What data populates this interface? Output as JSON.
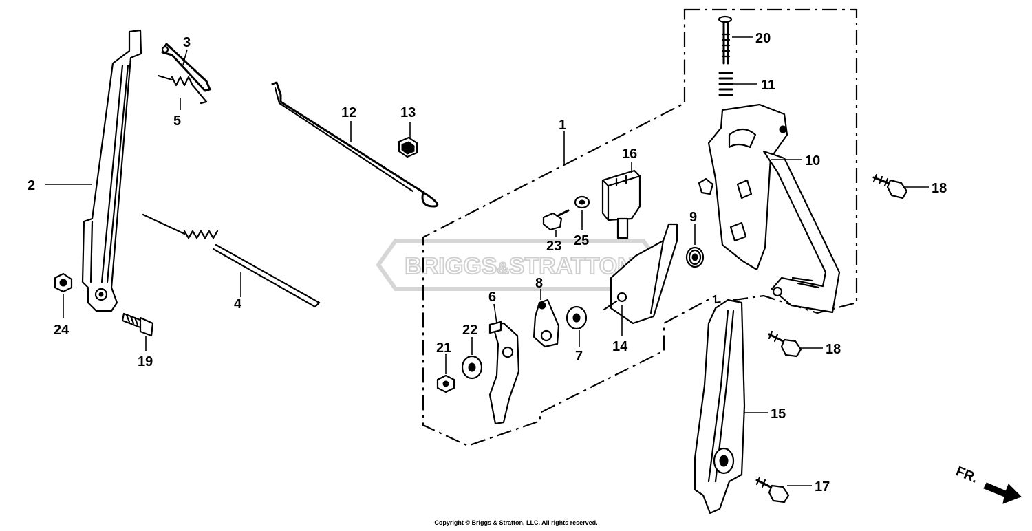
{
  "watermark": {
    "brand_left": "BRIGGS",
    "brand_amp": "&",
    "brand_right": "STRATTON"
  },
  "direction_marker": {
    "label": "FR."
  },
  "callouts": [
    {
      "id": "l1",
      "text": "1"
    },
    {
      "id": "l2",
      "text": "2"
    },
    {
      "id": "l3",
      "text": "3"
    },
    {
      "id": "l4",
      "text": "4"
    },
    {
      "id": "l5",
      "text": "5"
    },
    {
      "id": "l6",
      "text": "6"
    },
    {
      "id": "l7",
      "text": "7"
    },
    {
      "id": "l8",
      "text": "8"
    },
    {
      "id": "l9",
      "text": "9"
    },
    {
      "id": "l10",
      "text": "10"
    },
    {
      "id": "l11",
      "text": "11"
    },
    {
      "id": "l12",
      "text": "12"
    },
    {
      "id": "l13",
      "text": "13"
    },
    {
      "id": "l14",
      "text": "14"
    },
    {
      "id": "l15",
      "text": "15"
    },
    {
      "id": "l16",
      "text": "16"
    },
    {
      "id": "l17",
      "text": "17"
    },
    {
      "id": "l18a",
      "text": "18"
    },
    {
      "id": "l18b",
      "text": "18"
    },
    {
      "id": "l19",
      "text": "19"
    },
    {
      "id": "l20",
      "text": "20"
    },
    {
      "id": "l21",
      "text": "21"
    },
    {
      "id": "l22",
      "text": "22"
    },
    {
      "id": "l23",
      "text": "23"
    },
    {
      "id": "l24",
      "text": "24"
    },
    {
      "id": "l25",
      "text": "25"
    }
  ],
  "footer": {
    "copyright": "Copyright © Briggs & Stratton, LLC. All rights reserved."
  },
  "colors": {
    "ink": "#000000",
    "watermark": "#d6d6d6",
    "background": "#ffffff"
  }
}
